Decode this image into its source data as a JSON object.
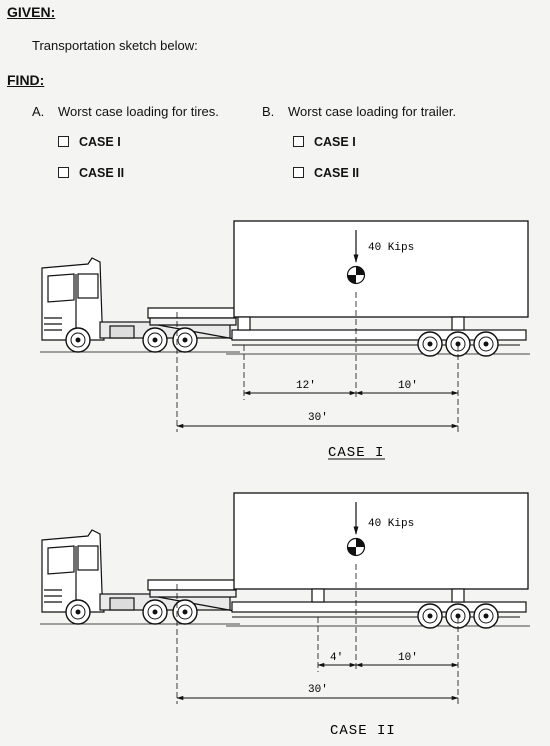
{
  "given": {
    "heading": "GIVEN:",
    "text": "Transportation sketch below:"
  },
  "find": {
    "heading": "FIND:",
    "a_letter": "A.",
    "a_text": "Worst case loading for tires.",
    "b_letter": "B.",
    "b_text": "Worst case loading for trailer.",
    "options": {
      "case1": "CASE I",
      "case2": "CASE II"
    }
  },
  "case1": {
    "load": "40 Kips",
    "dim1": "12'",
    "dim2": "10'",
    "dim_total": "30'",
    "caption": "CASE I"
  },
  "case2": {
    "load": "40 Kips",
    "dim1": "4'",
    "dim2": "10'",
    "dim_total": "30'",
    "caption": "CASE II"
  }
}
